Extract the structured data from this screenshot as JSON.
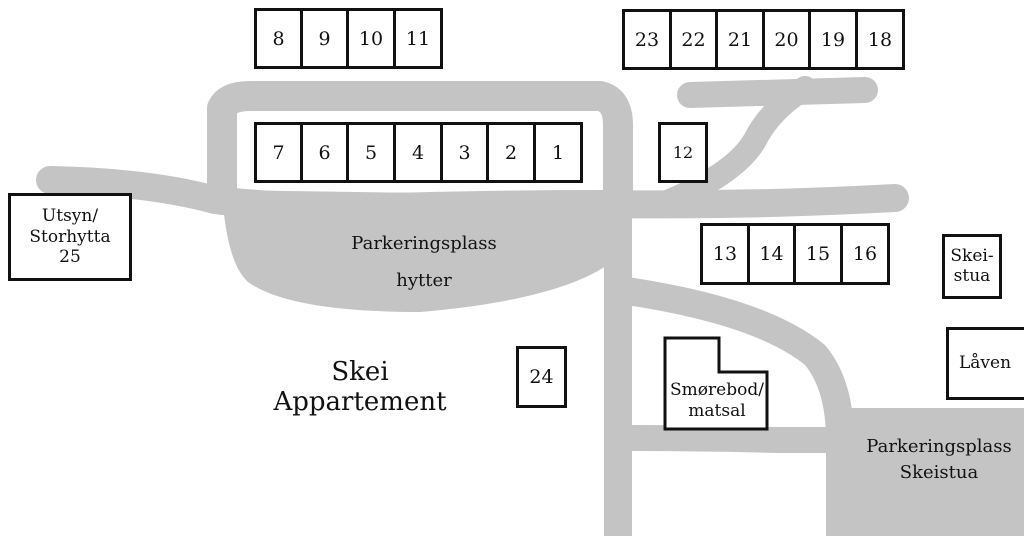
{
  "colors": {
    "road": "#c4c4c4",
    "outline": "#111111",
    "background": "#ffffff"
  },
  "cabins": {
    "row_top_left": [
      "8",
      "9",
      "10",
      "11"
    ],
    "row_top_right": [
      "23",
      "22",
      "21",
      "20",
      "19",
      "18"
    ],
    "row_mid_left": [
      "7",
      "6",
      "5",
      "4",
      "3",
      "2",
      "1"
    ],
    "c12": "12",
    "row_lower_right": [
      "13",
      "14",
      "15",
      "16"
    ],
    "c24": "24"
  },
  "buildings": {
    "utsyn": {
      "line1": "Utsyn/",
      "line2": "Storhytta",
      "line3": "25"
    },
    "skeistua": {
      "line1": "Skei-",
      "line2": "stua"
    },
    "laaven": {
      "label": "Låven"
    },
    "smorebod": {
      "line1": "Smørebod/",
      "line2": "matsal"
    }
  },
  "labels": {
    "parking_cabins": {
      "line1": "Parkeringsplass",
      "line2": "hytter"
    },
    "skei_appartement": {
      "line1": "Skei",
      "line2": "Appartement"
    },
    "parking_skeistua": {
      "line1": "Parkeringsplass",
      "line2": "Skeistua"
    }
  }
}
